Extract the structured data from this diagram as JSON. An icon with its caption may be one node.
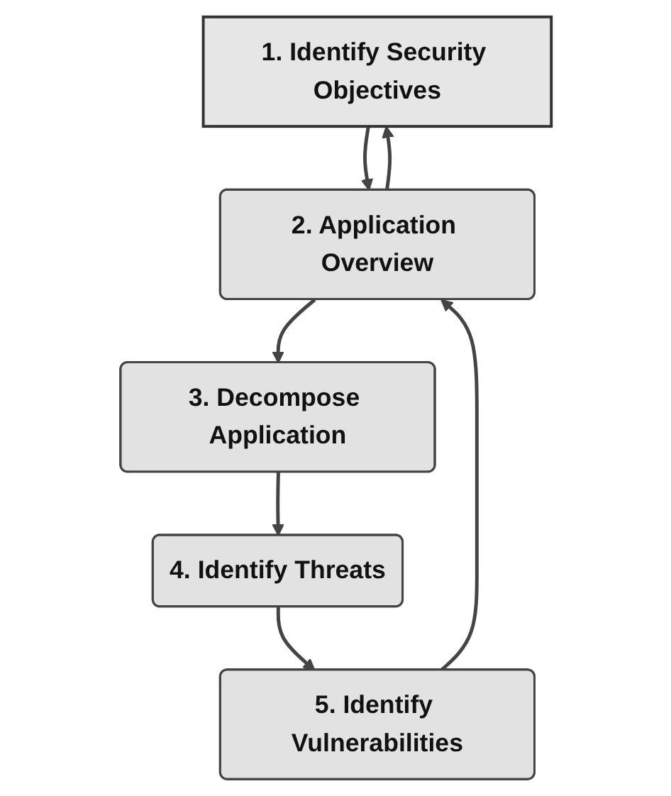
{
  "diagram": {
    "nodes": [
      {
        "text": [
          "1. Identify Security Objectives"
        ]
      },
      {
        "text": [
          "2. Application Overview"
        ]
      },
      {
        "text": [
          "3. Decompose Application"
        ]
      },
      {
        "text": [
          "4. Identify Threats"
        ]
      },
      {
        "text": [
          "5. Identify Vulnerabilities"
        ]
      }
    ],
    "edges": [
      {
        "from": 0,
        "to": 1,
        "arrow": "to"
      },
      {
        "from": 1,
        "to": 0,
        "arrow": "to"
      },
      {
        "from": 1,
        "to": 2,
        "arrow": "to"
      },
      {
        "from": 2,
        "to": 3,
        "arrow": "to"
      },
      {
        "from": 3,
        "to": 4,
        "arrow": "to"
      },
      {
        "from": 4,
        "to": 1,
        "arrow": "to"
      }
    ]
  }
}
